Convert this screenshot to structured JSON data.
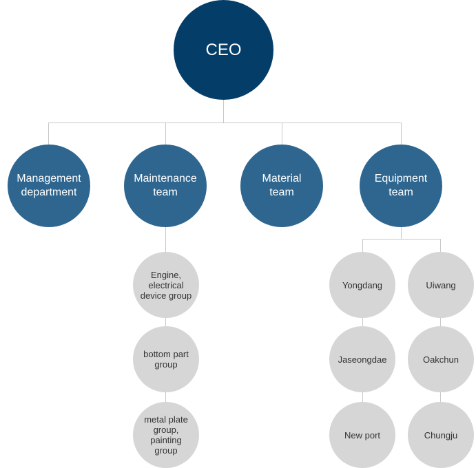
{
  "ceo": {
    "label": "CEO"
  },
  "departments": [
    {
      "label": "Management department"
    },
    {
      "label": "Maintenance team"
    },
    {
      "label": "Material team"
    },
    {
      "label": "Equipment team"
    }
  ],
  "maintenance_groups": [
    {
      "label": "Engine, electrical device group"
    },
    {
      "label": "bottom part group"
    },
    {
      "label": "metal plate group, painting group"
    }
  ],
  "equipment_groups_left": [
    {
      "label": "Yongdang"
    },
    {
      "label": "Jaseongdae"
    },
    {
      "label": "New port"
    }
  ],
  "equipment_groups_right": [
    {
      "label": "Uiwang"
    },
    {
      "label": "Oakchun"
    },
    {
      "label": "Chungju"
    }
  ],
  "colors": {
    "ceo": "#033d68",
    "department": "#2e6690",
    "group": "#d6d6d6",
    "connector": "#c8c8c8"
  }
}
